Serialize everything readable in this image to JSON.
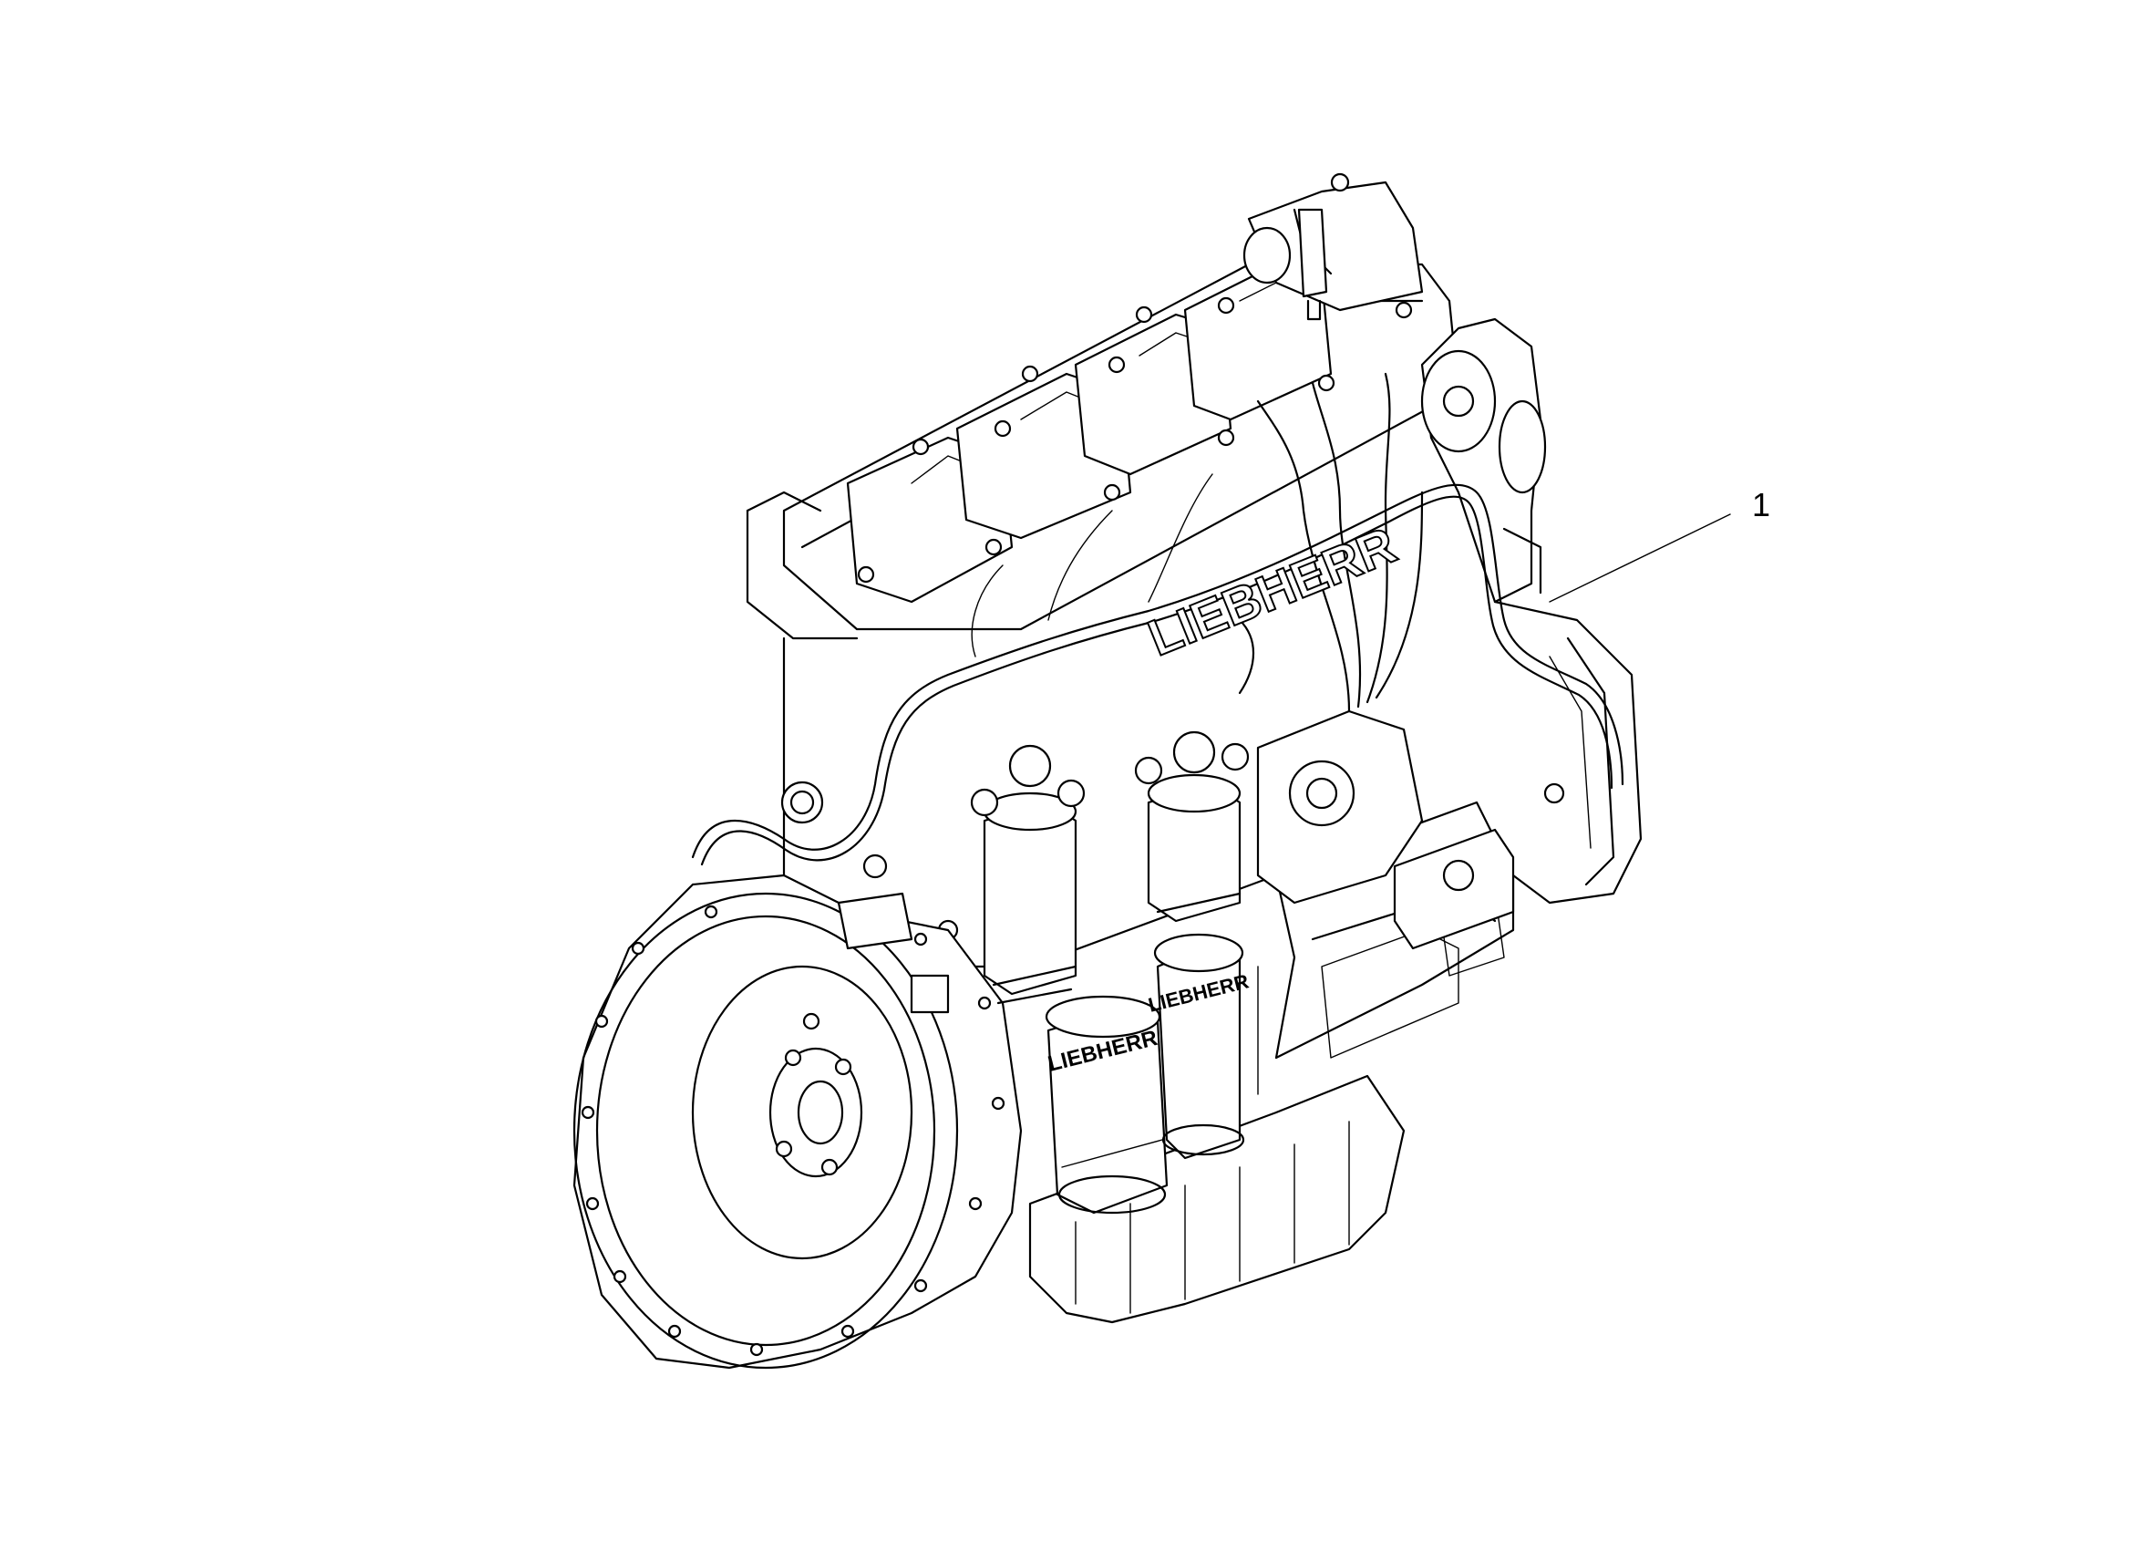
{
  "callouts": [
    {
      "label": "1"
    }
  ],
  "brand_labels": {
    "block": "LIEBHERR",
    "filter_left": "LIEBHERR",
    "filter_right": "LIEBHERR"
  }
}
